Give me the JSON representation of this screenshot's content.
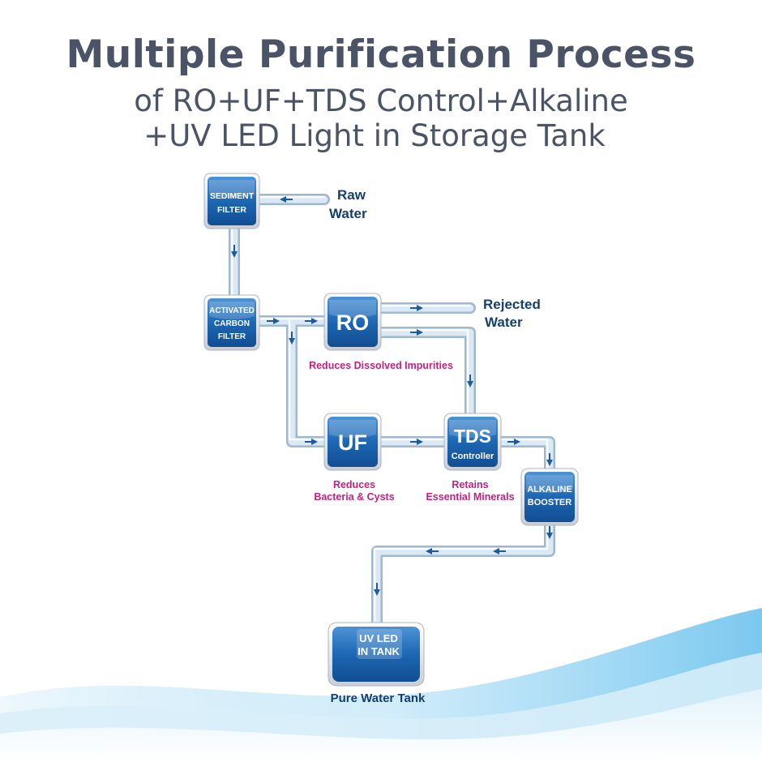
{
  "header": {
    "title": "Multiple Purification Process",
    "subtitle_line1": "of RO+UF+TDS Control+Alkaline",
    "subtitle_line2": "+UV LED Light in Storage Tank"
  },
  "stages": {
    "sediment": [
      "SEDIMENT",
      "FILTER"
    ],
    "carbon": [
      "ACTIVATED",
      "CARBON",
      "FILTER"
    ],
    "ro": [
      "RO"
    ],
    "uf": [
      "UF"
    ],
    "tds": [
      "TDS",
      "Controller"
    ],
    "alkaline": [
      "ALKALINE",
      "BOOSTER"
    ],
    "uv": [
      "UV LED",
      "IN TANK"
    ]
  },
  "external": {
    "raw_water": [
      "Raw",
      "Water"
    ],
    "rejected_water": [
      "Rejected",
      "Water"
    ]
  },
  "notes": {
    "ro": "Reduces Dissolved Impurities",
    "uf": [
      "Reduces",
      "Bacteria & Cysts"
    ],
    "tds": [
      "Retains",
      "Essential Minerals"
    ],
    "tank": "Pure Water Tank"
  },
  "colors": {
    "title": "#4b5466",
    "box_blue": "#1d67b4",
    "pipe": "#d6e6f2",
    "arrow": "#1d5a9e",
    "note_magenta": "#c2217f",
    "label_navy": "#153f6e"
  }
}
